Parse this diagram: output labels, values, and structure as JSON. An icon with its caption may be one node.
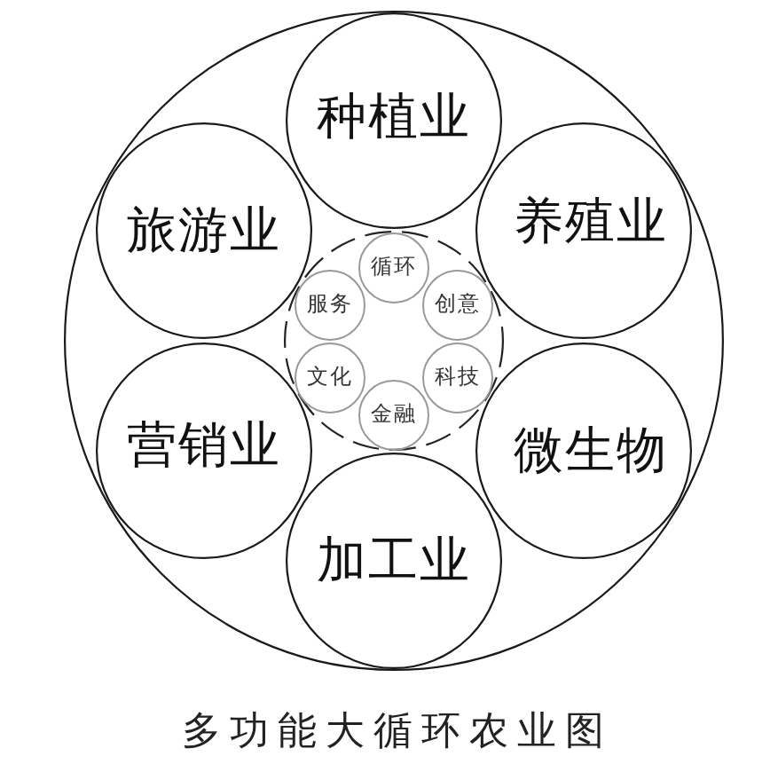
{
  "diagram": {
    "caption": "多功能大循环农业图",
    "nodes": [
      {
        "text": [],
        "shape": "circle"
      },
      {
        "text": [
          "种植业"
        ],
        "in": 0
      },
      {
        "text": [
          "旅游业"
        ],
        "in": 0
      },
      {
        "text": [
          "养殖业"
        ],
        "in": 0
      },
      {
        "text": [
          "营销业"
        ],
        "in": 0
      },
      {
        "text": [
          "微生物"
        ],
        "in": 0
      },
      {
        "text": [
          "加工业"
        ],
        "in": 0
      },
      {
        "text": [],
        "shape": "circle",
        "in": 0
      },
      {
        "text": [
          "循环"
        ],
        "in": 7
      },
      {
        "text": [
          "服务"
        ],
        "in": 7
      },
      {
        "text": [
          "创意"
        ],
        "in": 7
      },
      {
        "text": [
          "文化"
        ],
        "in": 7
      },
      {
        "text": [
          "科技"
        ],
        "in": 7
      },
      {
        "text": [
          "金融"
        ],
        "in": 7
      }
    ]
  }
}
